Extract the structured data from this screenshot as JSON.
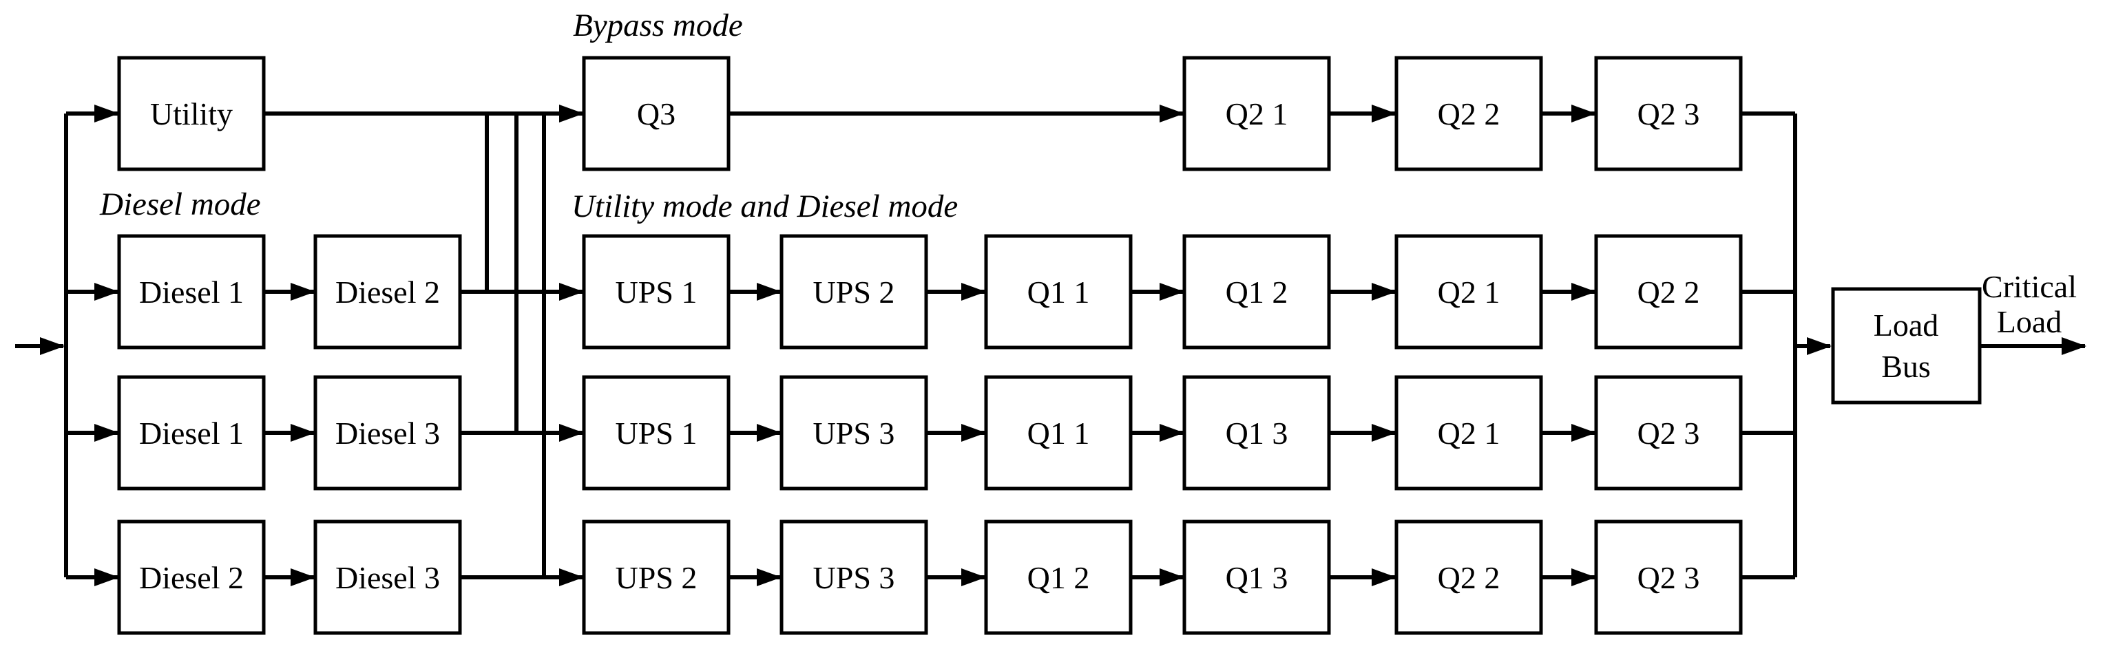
{
  "diagram_type": "reliability-block-diagram",
  "labels": {
    "bypass": "Bypass mode",
    "diesel": "Diesel mode",
    "utility_diesel": "Utility mode and Diesel mode"
  },
  "rows": [
    {
      "name": "bypass-path",
      "boxes": [
        "Utility",
        "Q3",
        "Q2 1",
        "Q2 2",
        "Q2 3"
      ]
    },
    {
      "name": "ups-path-1",
      "boxes": [
        "Diesel 1",
        "Diesel 2",
        "UPS 1",
        "UPS 2",
        "Q1 1",
        "Q1 2",
        "Q2 1",
        "Q2 2"
      ]
    },
    {
      "name": "ups-path-2",
      "boxes": [
        "Diesel 1",
        "Diesel 3",
        "UPS 1",
        "UPS 3",
        "Q1 1",
        "Q1 3",
        "Q2 1",
        "Q2 3"
      ]
    },
    {
      "name": "ups-path-3",
      "boxes": [
        "Diesel 2",
        "Diesel 3",
        "UPS 2",
        "UPS 3",
        "Q1 2",
        "Q1 3",
        "Q2 2",
        "Q2 3"
      ]
    }
  ],
  "load_bus": {
    "line1": "Load",
    "line2": "Bus"
  },
  "critical_load": {
    "line1": "Critical",
    "line2": "Load"
  },
  "colors": {
    "line": "#000000",
    "box_fill": "#ffffff",
    "background": "#ffffff"
  }
}
